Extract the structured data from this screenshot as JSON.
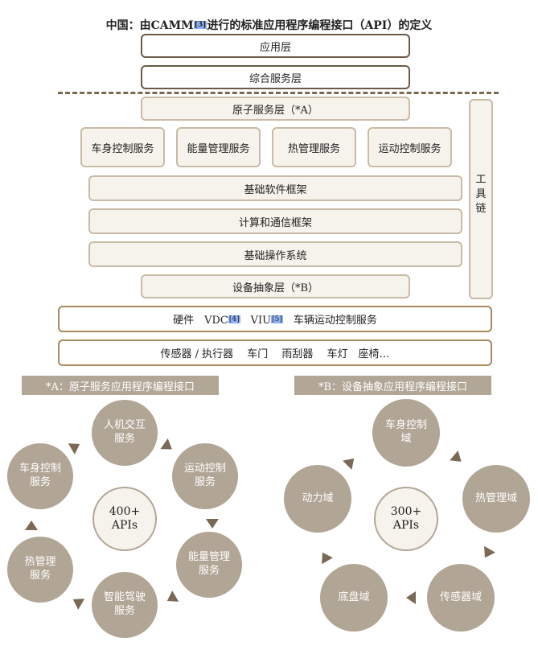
{
  "title": {
    "pre": "中国：由CAMM",
    "ref": "[3]",
    "post": "进行的标准应用程序编程接口（API）的定义"
  },
  "layers": {
    "app": "应用层",
    "integrated": "综合服务层",
    "atomic": "原子服务层（*A）",
    "services": [
      "车身控制服务",
      "能量管理服务",
      "热管理服务",
      "运动控制服务"
    ],
    "sw_framework": "基础软件框架",
    "comm_framework": "计算和通信框架",
    "os": "基础操作系统",
    "hal": "设备抽象层（*B）",
    "toolchain": "工\n具\n链",
    "hardware": {
      "a": "硬件　VDC",
      "ref4": "[4]",
      "b": "　VIU",
      "ref5": "[5]",
      "c": "　车辆运动控制服务"
    },
    "devices": "传感器 / 执行器　 车门　 雨刮器　 车灯　座椅…"
  },
  "left": {
    "label": "*A：原子服务应用程序编程接口",
    "center": "400+\nAPIs",
    "items": [
      "人机交互\n服务",
      "运动控制\n服务",
      "能量管理\n服务",
      "智能驾驶\n服务",
      "热管理\n服务",
      "车身控制\n服务"
    ]
  },
  "right": {
    "label": "*B：设备抽象应用程序编程接口",
    "center": "300+\nAPIs",
    "items": [
      "车身控制\n域",
      "热管理域",
      "传感器域",
      "底盘域",
      "动力域"
    ]
  }
}
